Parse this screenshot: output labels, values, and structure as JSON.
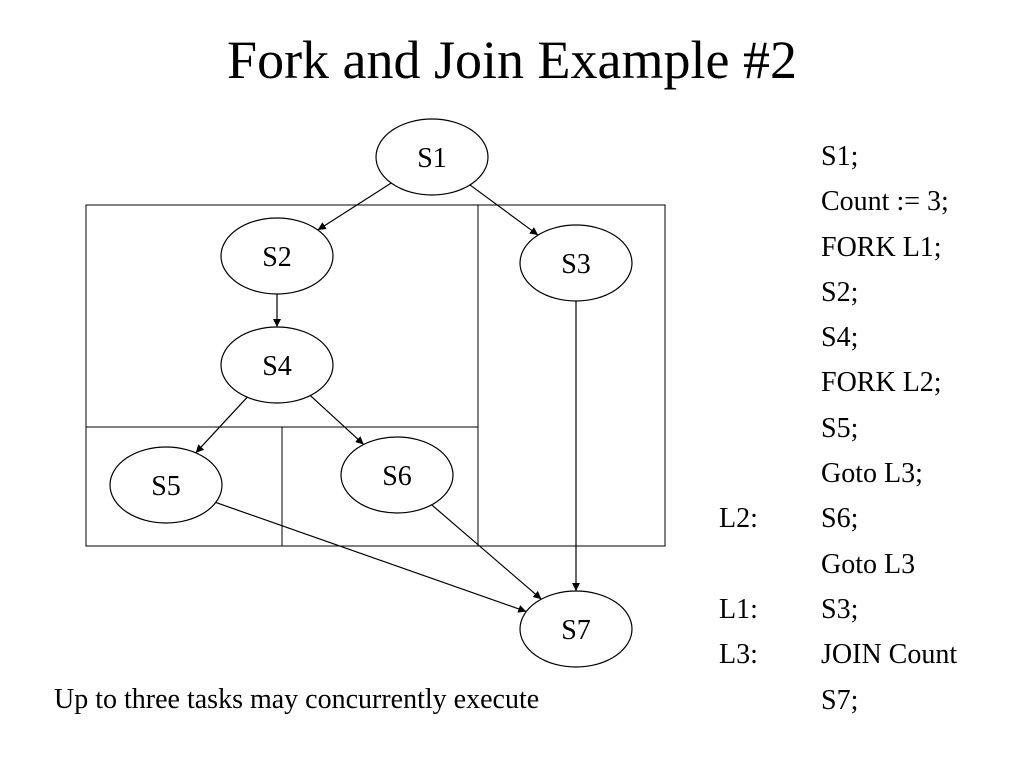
{
  "title": "Fork and Join Example #2",
  "caption": "Up to three tasks may concurrently execute",
  "nodes": [
    {
      "id": "S1",
      "label": "S1"
    },
    {
      "id": "S2",
      "label": "S2"
    },
    {
      "id": "S3",
      "label": "S3"
    },
    {
      "id": "S4",
      "label": "S4"
    },
    {
      "id": "S5",
      "label": "S5"
    },
    {
      "id": "S6",
      "label": "S6"
    },
    {
      "id": "S7",
      "label": "S7"
    }
  ],
  "edges": [
    {
      "from": "S1",
      "to": "S2"
    },
    {
      "from": "S1",
      "to": "S3"
    },
    {
      "from": "S2",
      "to": "S4"
    },
    {
      "from": "S4",
      "to": "S5"
    },
    {
      "from": "S4",
      "to": "S6"
    },
    {
      "from": "S3",
      "to": "S7"
    },
    {
      "from": "S5",
      "to": "S7"
    },
    {
      "from": "S6",
      "to": "S7"
    }
  ],
  "code": [
    {
      "label": "",
      "text": "S1;"
    },
    {
      "label": "",
      "text": "Count := 3;"
    },
    {
      "label": "",
      "text": "FORK L1;"
    },
    {
      "label": "",
      "text": "S2;"
    },
    {
      "label": "",
      "text": "S4;"
    },
    {
      "label": "",
      "text": "FORK L2;"
    },
    {
      "label": "",
      "text": "S5;"
    },
    {
      "label": "",
      "text": "Goto L3;"
    },
    {
      "label": "L2:",
      "text": "S6;"
    },
    {
      "label": "",
      "text": "Goto L3"
    },
    {
      "label": "L1:",
      "text": "S3;"
    },
    {
      "label": "L3:",
      "text": "JOIN Count"
    },
    {
      "label": "",
      "text": "S7;"
    }
  ]
}
